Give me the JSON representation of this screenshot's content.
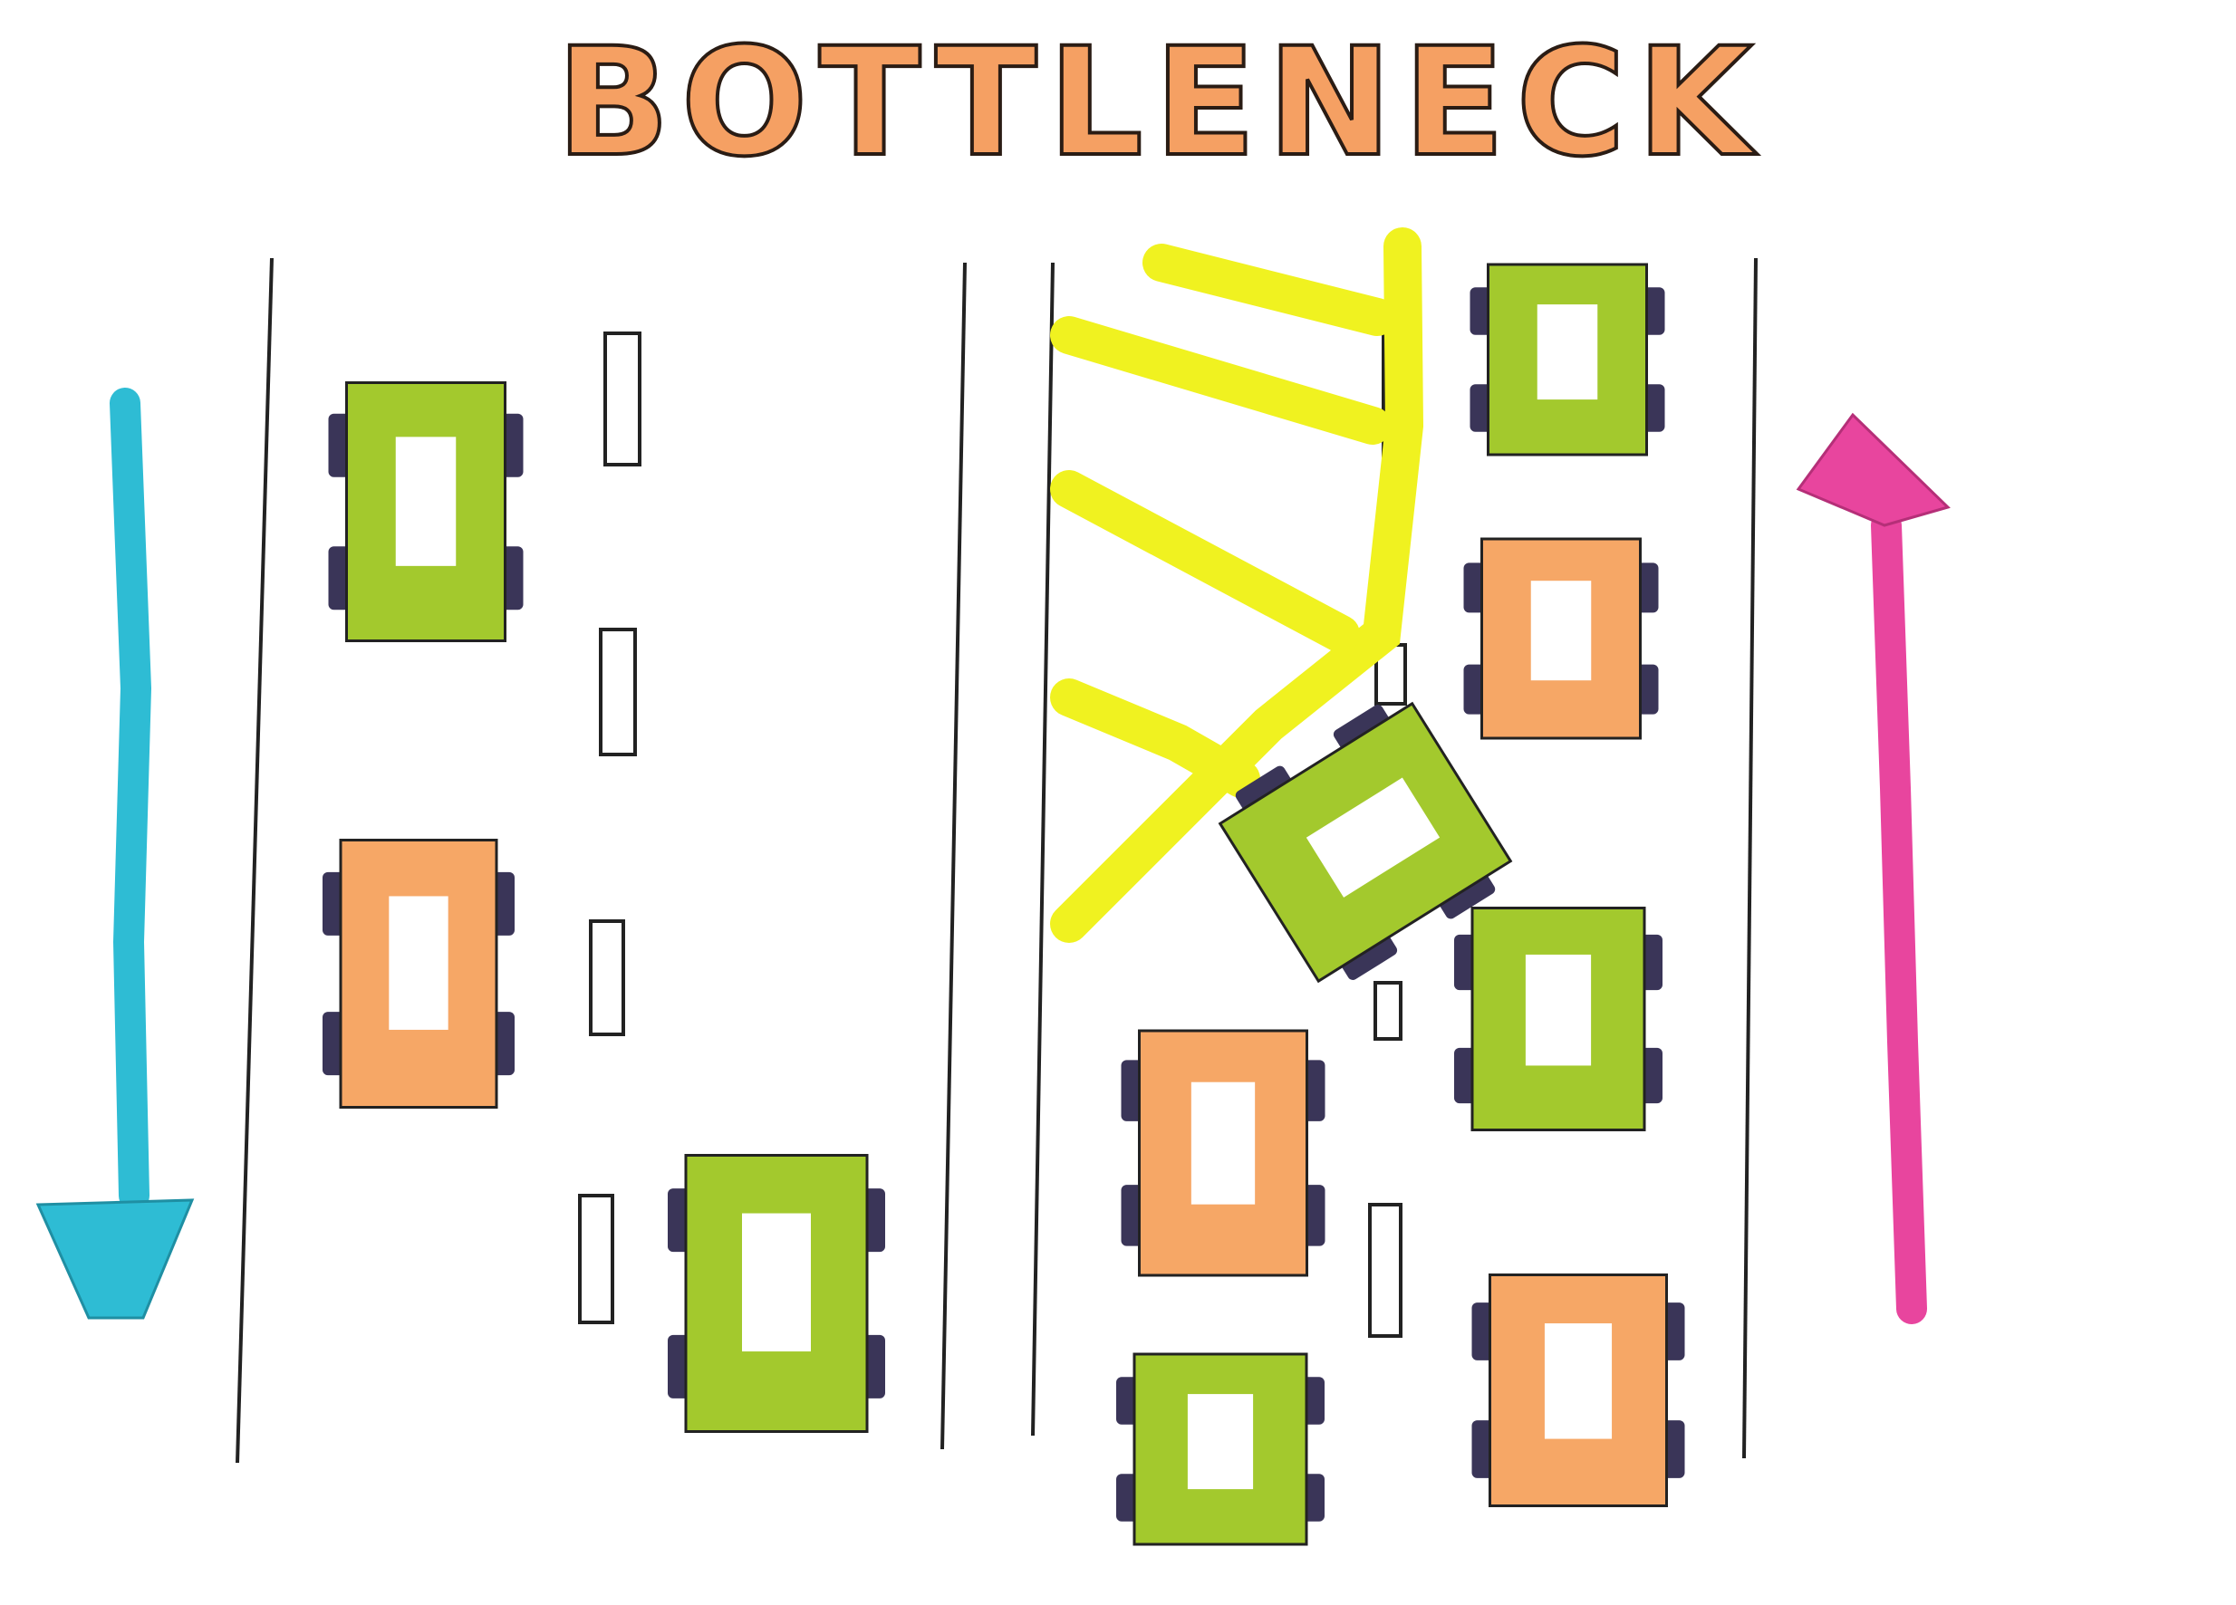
{
  "title": {
    "text": "BOTTLENECK"
  },
  "colors": {
    "background": "#ffffff",
    "title_fill": "#f5a063",
    "title_outline": "#2a1c14",
    "car_green": "#a3c92d",
    "car_orange": "#f6a766",
    "wheel": "#3a3558",
    "line": "#222222",
    "hatch_yellow": "#f0f220",
    "arrow_down": "#2ebcd4",
    "arrow_up": "#e8459e"
  },
  "legend": {
    "left_direction": "down-arrow",
    "right_direction": "up-arrow"
  },
  "scene": {
    "southbound_lanes": {
      "cars": [
        {
          "color": "green",
          "lane": "left"
        },
        {
          "color": "orange",
          "lane": "left"
        },
        {
          "color": "green",
          "lane": "right"
        }
      ]
    },
    "northbound_lanes": {
      "cars": [
        {
          "color": "green",
          "lane": "right"
        },
        {
          "color": "orange",
          "lane": "right"
        },
        {
          "color": "green",
          "lane": "merging",
          "rotated": true
        },
        {
          "color": "green",
          "lane": "right"
        },
        {
          "color": "orange",
          "lane": "left"
        },
        {
          "color": "orange",
          "lane": "right"
        },
        {
          "color": "green",
          "lane": "left"
        }
      ],
      "closed_lane_marking": "yellow-hatched"
    }
  }
}
